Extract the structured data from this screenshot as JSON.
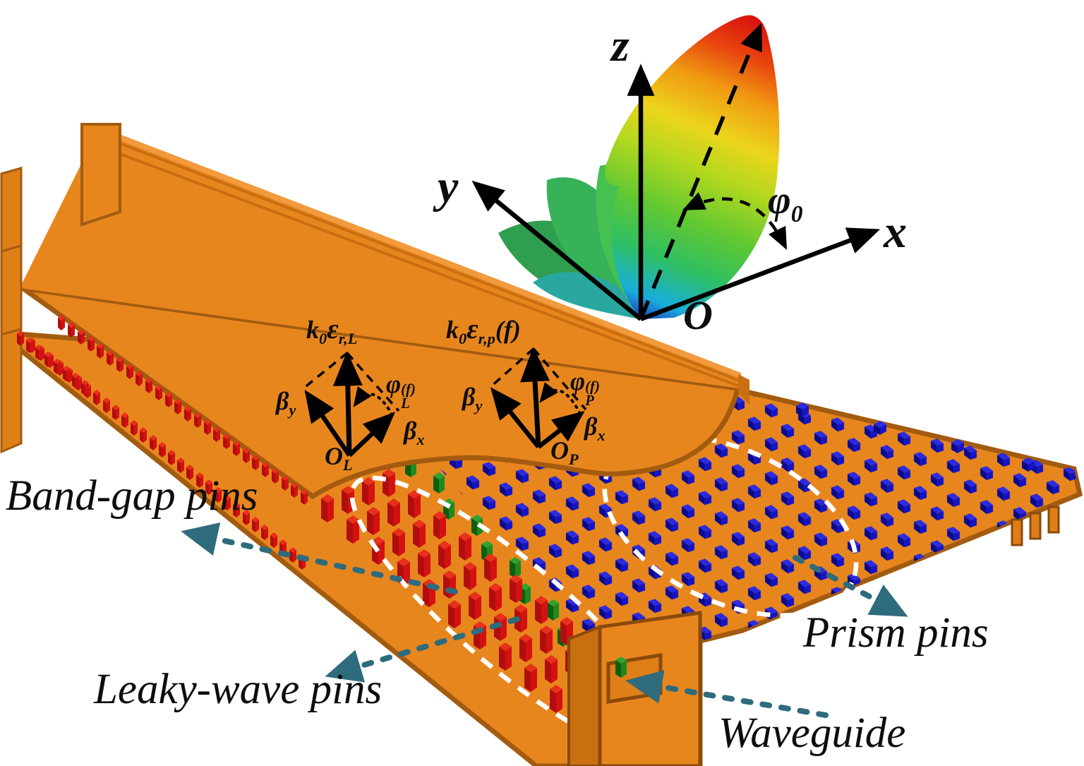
{
  "annotations": {
    "band_gap": "Band-gap pins",
    "leaky_wave": "Leaky-wave pins",
    "prism": "Prism pins",
    "waveguide": "Waveguide"
  },
  "axes": {
    "z": "z",
    "y": "y",
    "x": "x",
    "origin": "O",
    "phi0_base": "φ",
    "phi0_sub": "0"
  },
  "diagram_leaky": {
    "k_base": "k",
    "k_sub": "0",
    "k_eps": "ε",
    "k_eps_sub": "r,L",
    "k_paren": "",
    "beta_y_base": "β",
    "beta_y_sub": "y",
    "beta_x_base": "β",
    "beta_x_sub": "x",
    "phi_base": "φ",
    "phi_sub": "L",
    "phi_sup": "(f)",
    "origin_base": "O",
    "origin_sub": "L"
  },
  "diagram_prism": {
    "k_base": "k",
    "k_sub": "0",
    "k_eps": "ε",
    "k_eps_sub": "r,p",
    "k_paren": "(f)",
    "beta_y_base": "β",
    "beta_y_sub": "y",
    "beta_x_base": "β",
    "beta_x_sub": "x",
    "phi_base": "φ",
    "phi_sub": "P",
    "phi_sup": "(f)",
    "origin_base": "O",
    "origin_sub": "P"
  },
  "colors": {
    "plate": "#E8861E",
    "plate_mid": "#DF7F18",
    "plate_dark": "#C96F10",
    "trim": "#A35B0F",
    "trim_dark": "#8A4A0A",
    "wall_cap": "#F29B3C",
    "red_top": "#E7311C",
    "red_left": "#B00E0E",
    "red_right": "#D41111",
    "green_top": "#2FA32F",
    "green_left": "#0E5E0E",
    "green_right": "#1E8A1E",
    "blue_top": "#2B2BE0",
    "blue_left": "#0A0A8C",
    "blue_right": "#1414C4",
    "teal": "#2E6B7D",
    "white": "#FFFFFF",
    "black": "#000000",
    "beam_stops": [
      "#1F3FBF",
      "#18AEDC",
      "#2FBF62",
      "#62C832",
      "#B4D81E",
      "#ECD51C",
      "#F09A12",
      "#E8450E",
      "#D90F0F"
    ],
    "lobe_green_dark": "#2F9E4E",
    "lobe_green": "#37B258",
    "lobe_green_light": "#45C152",
    "lobe_teal": "#2AA8A0",
    "lobe_cyan": "#29B6D8",
    "lobe_blue": "#1F55C8",
    "lobe_navy": "#17308F"
  }
}
